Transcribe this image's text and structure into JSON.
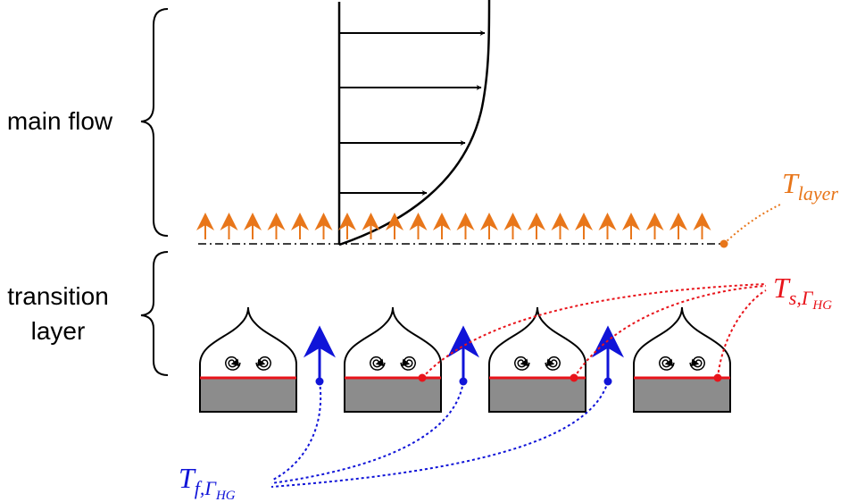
{
  "labels": {
    "main_flow": "main flow",
    "transition_line1": "transition",
    "transition_line2": "layer"
  },
  "symbols": {
    "t_layer": {
      "base": "T",
      "sub": "layer"
    },
    "t_s": {
      "base": "T",
      "sub": "s,Γ",
      "subsub": "HG"
    },
    "t_f": {
      "base": "T",
      "sub": "f,Γ",
      "subsub": "HG"
    }
  },
  "colors": {
    "black": "#000000",
    "orange": "#e8761a",
    "red": "#e8141b",
    "blue": "#1014d8",
    "gray": "#8c8c8c"
  }
}
